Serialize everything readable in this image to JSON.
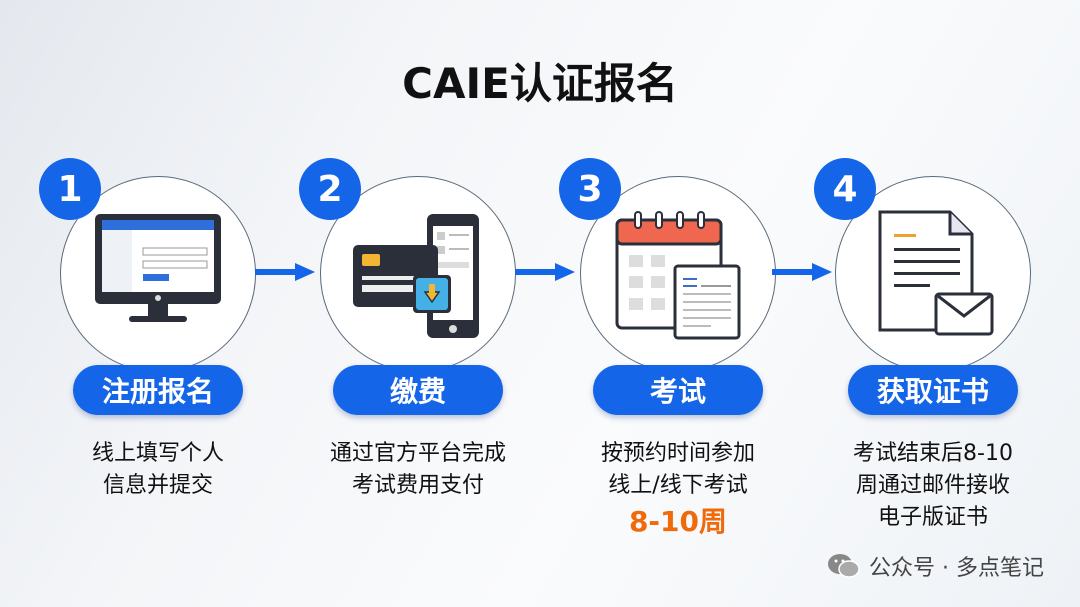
{
  "title": "CAIE认证报名",
  "steps": [
    {
      "number": "1",
      "label": "注册报名",
      "desc": [
        "线上填写个人",
        "信息并提交"
      ]
    },
    {
      "number": "2",
      "label": "缴费",
      "desc": [
        "通过官方平台完成",
        "考试费用支付"
      ]
    },
    {
      "number": "3",
      "label": "考试",
      "desc": [
        "按预约时间参加",
        "线上/线下考试"
      ],
      "highlight": "8-10周"
    },
    {
      "number": "4",
      "label": "获取证书",
      "desc": [
        "考试结束后8-10",
        "周通过邮件接收",
        "电子版证书"
      ]
    }
  ],
  "watermark": "公众号 · 多点笔记",
  "colors": {
    "accent": "#1565e8",
    "highlight": "#f06a0c"
  }
}
